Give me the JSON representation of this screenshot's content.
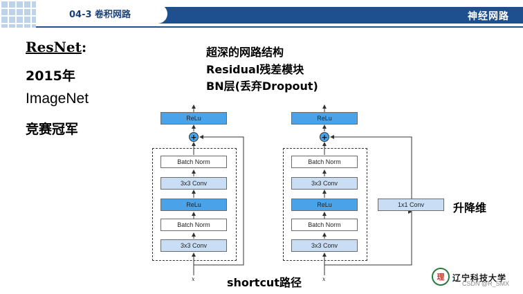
{
  "header": {
    "title": "04-3 卷积网路",
    "right": "神经网路"
  },
  "left": {
    "title_main": "ResNet",
    "title_colon": ":",
    "year": "2015年",
    "dataset": "ImageNet",
    "award": "竞赛冠军"
  },
  "points": [
    "超深的网路结构",
    "Residual残差模块",
    "BN层(丢弃Dropout)"
  ],
  "diagram": {
    "block_left": [
      "ReLu",
      "Batch Norm",
      "3x3 Conv",
      "ReLu",
      "Batch Norm",
      "3x3 Conv"
    ],
    "block_right": [
      "ReLu",
      "Batch Norm",
      "3x3 Conv",
      "ReLu",
      "Batch Norm",
      "3x3 Conv"
    ],
    "plus": "+",
    "input_label": "x",
    "conv1x1": "1x1 Conv",
    "conv1x1_note": "升降维",
    "shortcut": "shortcut路径"
  },
  "footer": {
    "logo_text": "理",
    "university": "辽宁科技大学",
    "watermark": "CSDN @R_SMX"
  },
  "colors": {
    "header_bar": "#1e4f8f",
    "box_blue": "#4aa3e8",
    "box_light": "#c9def5"
  }
}
